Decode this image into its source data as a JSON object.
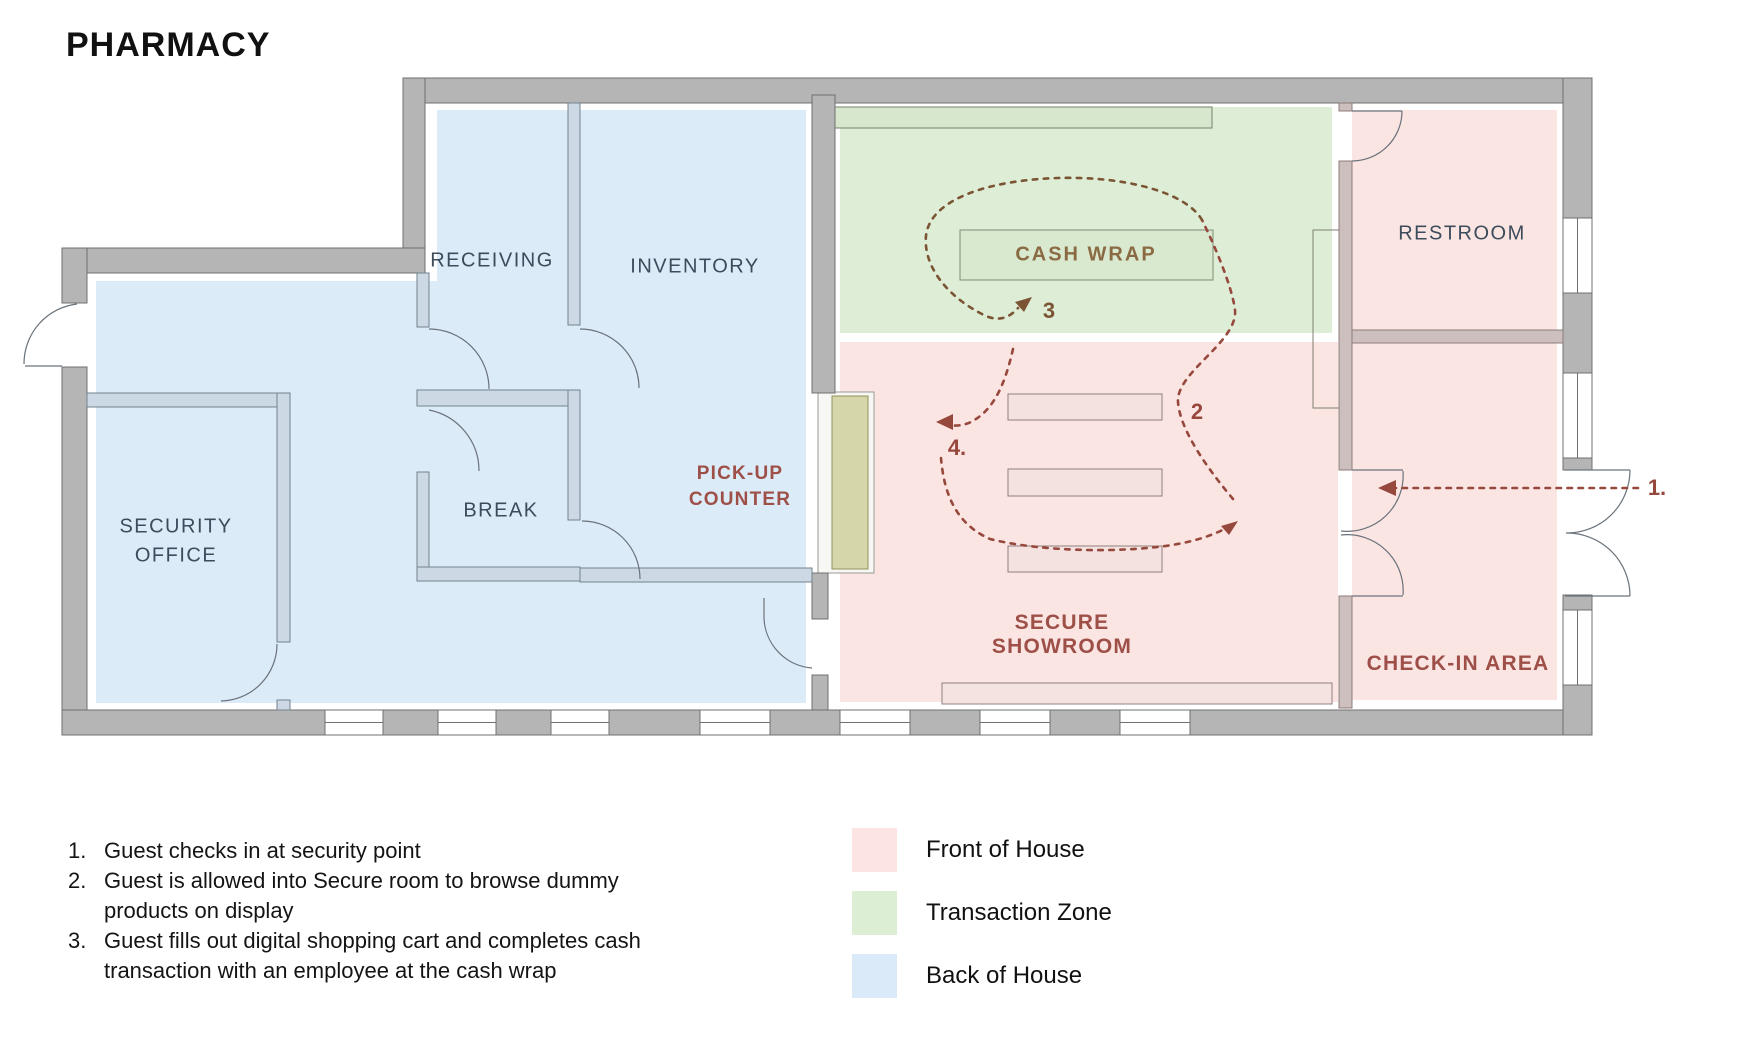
{
  "title": "PHARMACY",
  "rooms": {
    "security_office": {
      "line1": "SECURITY",
      "line2": "OFFICE"
    },
    "receiving": "RECEIVING",
    "inventory": "INVENTORY",
    "break_room": "BREAK",
    "pickup_counter": {
      "line1": "PICK-UP",
      "line2": "COUNTER"
    },
    "cash_wrap": "CASH WRAP",
    "secure_showroom": {
      "line1": "SECURE",
      "line2": "SHOWROOM"
    },
    "restroom": "RESTROOM",
    "checkin_area": "CHECK-IN AREA"
  },
  "route_markers": {
    "m1": "1.",
    "m2": "2",
    "m3": "3",
    "m4": "4."
  },
  "legend": {
    "items": [
      {
        "label": "Front of House",
        "color": "#fbe4e1"
      },
      {
        "label": "Transaction Zone",
        "color": "#dcefd4"
      },
      {
        "label": "Back of House",
        "color": "#dbeaf8"
      }
    ]
  },
  "notes": {
    "items": [
      {
        "num": "1.",
        "lines": [
          "Guest checks in at security point"
        ]
      },
      {
        "num": "2.",
        "lines": [
          "Guest is allowed into Secure room to browse dummy",
          "products on display"
        ]
      },
      {
        "num": "3.",
        "lines": [
          "Guest fills out digital shopping cart and completes cash",
          "transaction with an employee at the cash wrap"
        ]
      }
    ]
  },
  "colors": {
    "front_of_house": "#fbe4e1",
    "transaction_zone": "#deeed6",
    "back_of_house": "#dcebf8",
    "exterior_wall": "#b5b5b5",
    "route_red": "#97483d",
    "route_brown": "#7b5434",
    "room_label": "#3c4c5c",
    "zone_label_maroon": "#9d4f48"
  }
}
